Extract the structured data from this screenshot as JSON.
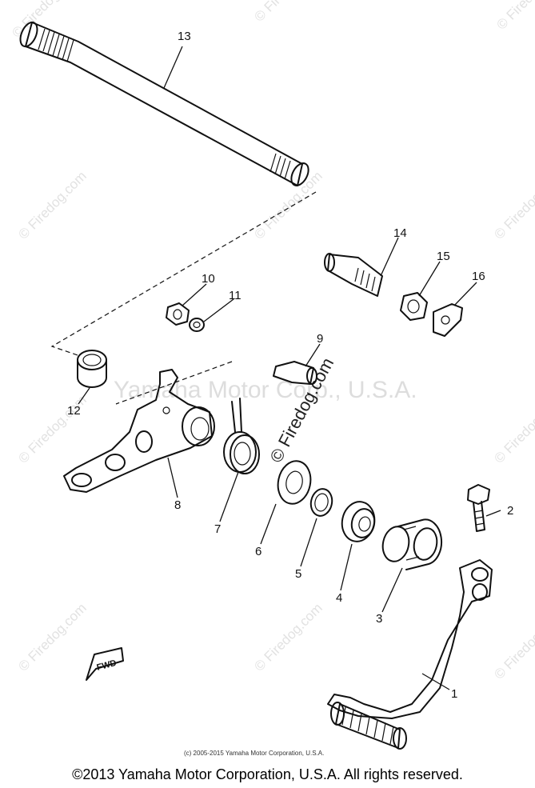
{
  "watermark": {
    "site": "© Firedog.com",
    "brand": "Yamaha Motor Corp., U.S.A."
  },
  "callouts": {
    "p1": "1",
    "p2": "2",
    "p3": "3",
    "p4": "4",
    "p5": "5",
    "p6": "6",
    "p7": "7",
    "p8": "8",
    "p9": "9",
    "p10": "10",
    "p11": "11",
    "p12": "12",
    "p13": "13",
    "p14": "14",
    "p15": "15",
    "p16": "16"
  },
  "fwd_label": "FWD",
  "small_copyright": "(c) 2005-2015 Yamaha Motor Corporation, U.S.A.",
  "footer": "©2013 Yamaha Motor Corporation, U.S.A. All rights reserved."
}
